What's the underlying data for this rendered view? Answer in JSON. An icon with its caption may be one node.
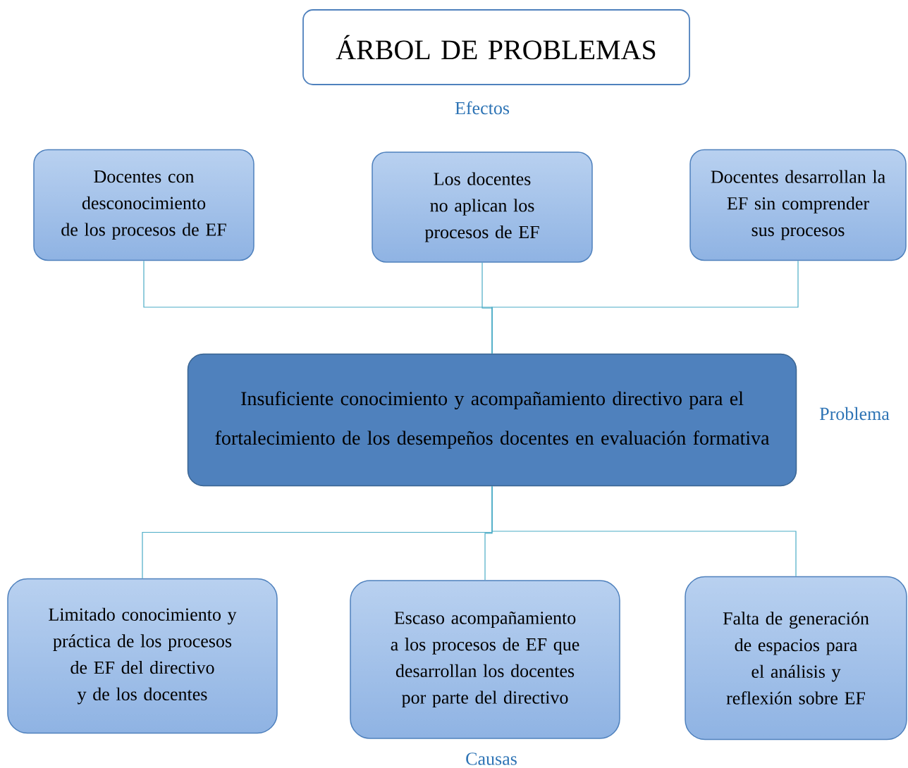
{
  "diagram": {
    "nodes": [
      {
        "text": [
          "ÁRBOL DE PROBLEMAS"
        ]
      },
      {
        "text": [
          "Docentes con desconocimiento de los procesos de EF"
        ]
      },
      {
        "text": [
          "Los docentes no aplican los procesos de EF"
        ]
      },
      {
        "text": [
          "Docentes desarrollan la EF sin comprender sus procesos"
        ]
      },
      {
        "text": [
          "Insuficiente conocimiento y acompañamiento directivo para el fortalecimiento de los desempeños docentes en evaluación formativa"
        ]
      },
      {
        "text": [
          "Limitado conocimiento y práctica de los procesos de EF del directivo y de los docentes"
        ]
      },
      {
        "text": [
          "Escaso acompañamiento a los procesos de EF que desarrollan los docentes por parte del directivo"
        ]
      },
      {
        "text": [
          "Falta de generación de espacios para el análisis y reflexión sobre EF"
        ]
      }
    ],
    "edges": [
      {
        "from": 1,
        "to": 4,
        "arrow": "none"
      },
      {
        "from": 2,
        "to": 4,
        "arrow": "none"
      },
      {
        "from": 3,
        "to": 4,
        "arrow": "none"
      },
      {
        "from": 4,
        "to": 5,
        "arrow": "none"
      },
      {
        "from": 4,
        "to": 6,
        "arrow": "none"
      },
      {
        "from": 4,
        "to": 7,
        "arrow": "none"
      }
    ],
    "labels": [
      "Efectos",
      "Problema",
      "Causas"
    ]
  }
}
